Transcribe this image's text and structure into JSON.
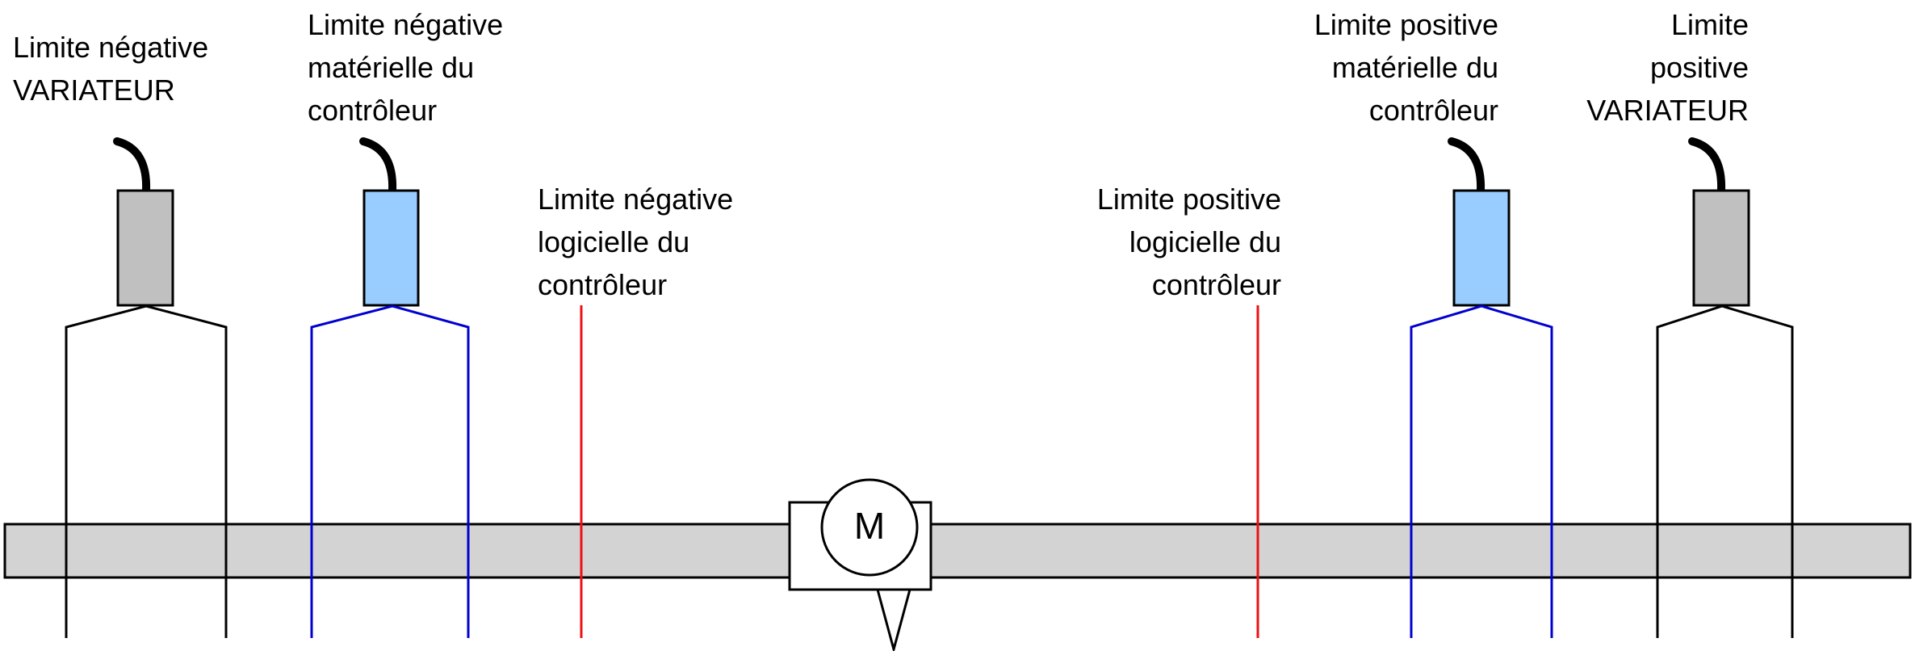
{
  "labels": {
    "drive_negative": [
      "Limite négative",
      "VARIATEUR"
    ],
    "controller_hw_negative": [
      "Limite négative",
      "matérielle du",
      "contrôleur"
    ],
    "controller_sw_negative": [
      "Limite négative",
      "logicielle du",
      "contrôleur"
    ],
    "controller_sw_positive": [
      "Limite positive",
      "logicielle du",
      "contrôleur"
    ],
    "controller_hw_positive": [
      "Limite positive",
      "matérielle du",
      "contrôleur"
    ],
    "drive_positive": [
      "Limite",
      "positive",
      "VARIATEUR"
    ]
  },
  "motor": {
    "letter": "M"
  },
  "colors": {
    "drive_limit": "#000000",
    "controller_hw_limit": "#0000d0",
    "controller_sw_limit": "#ee1111",
    "drive_sensor_fill": "#c0c0c0",
    "controller_sensor_fill": "#99ccff",
    "rail_fill": "#d3d3d3",
    "outline": "#000000"
  }
}
